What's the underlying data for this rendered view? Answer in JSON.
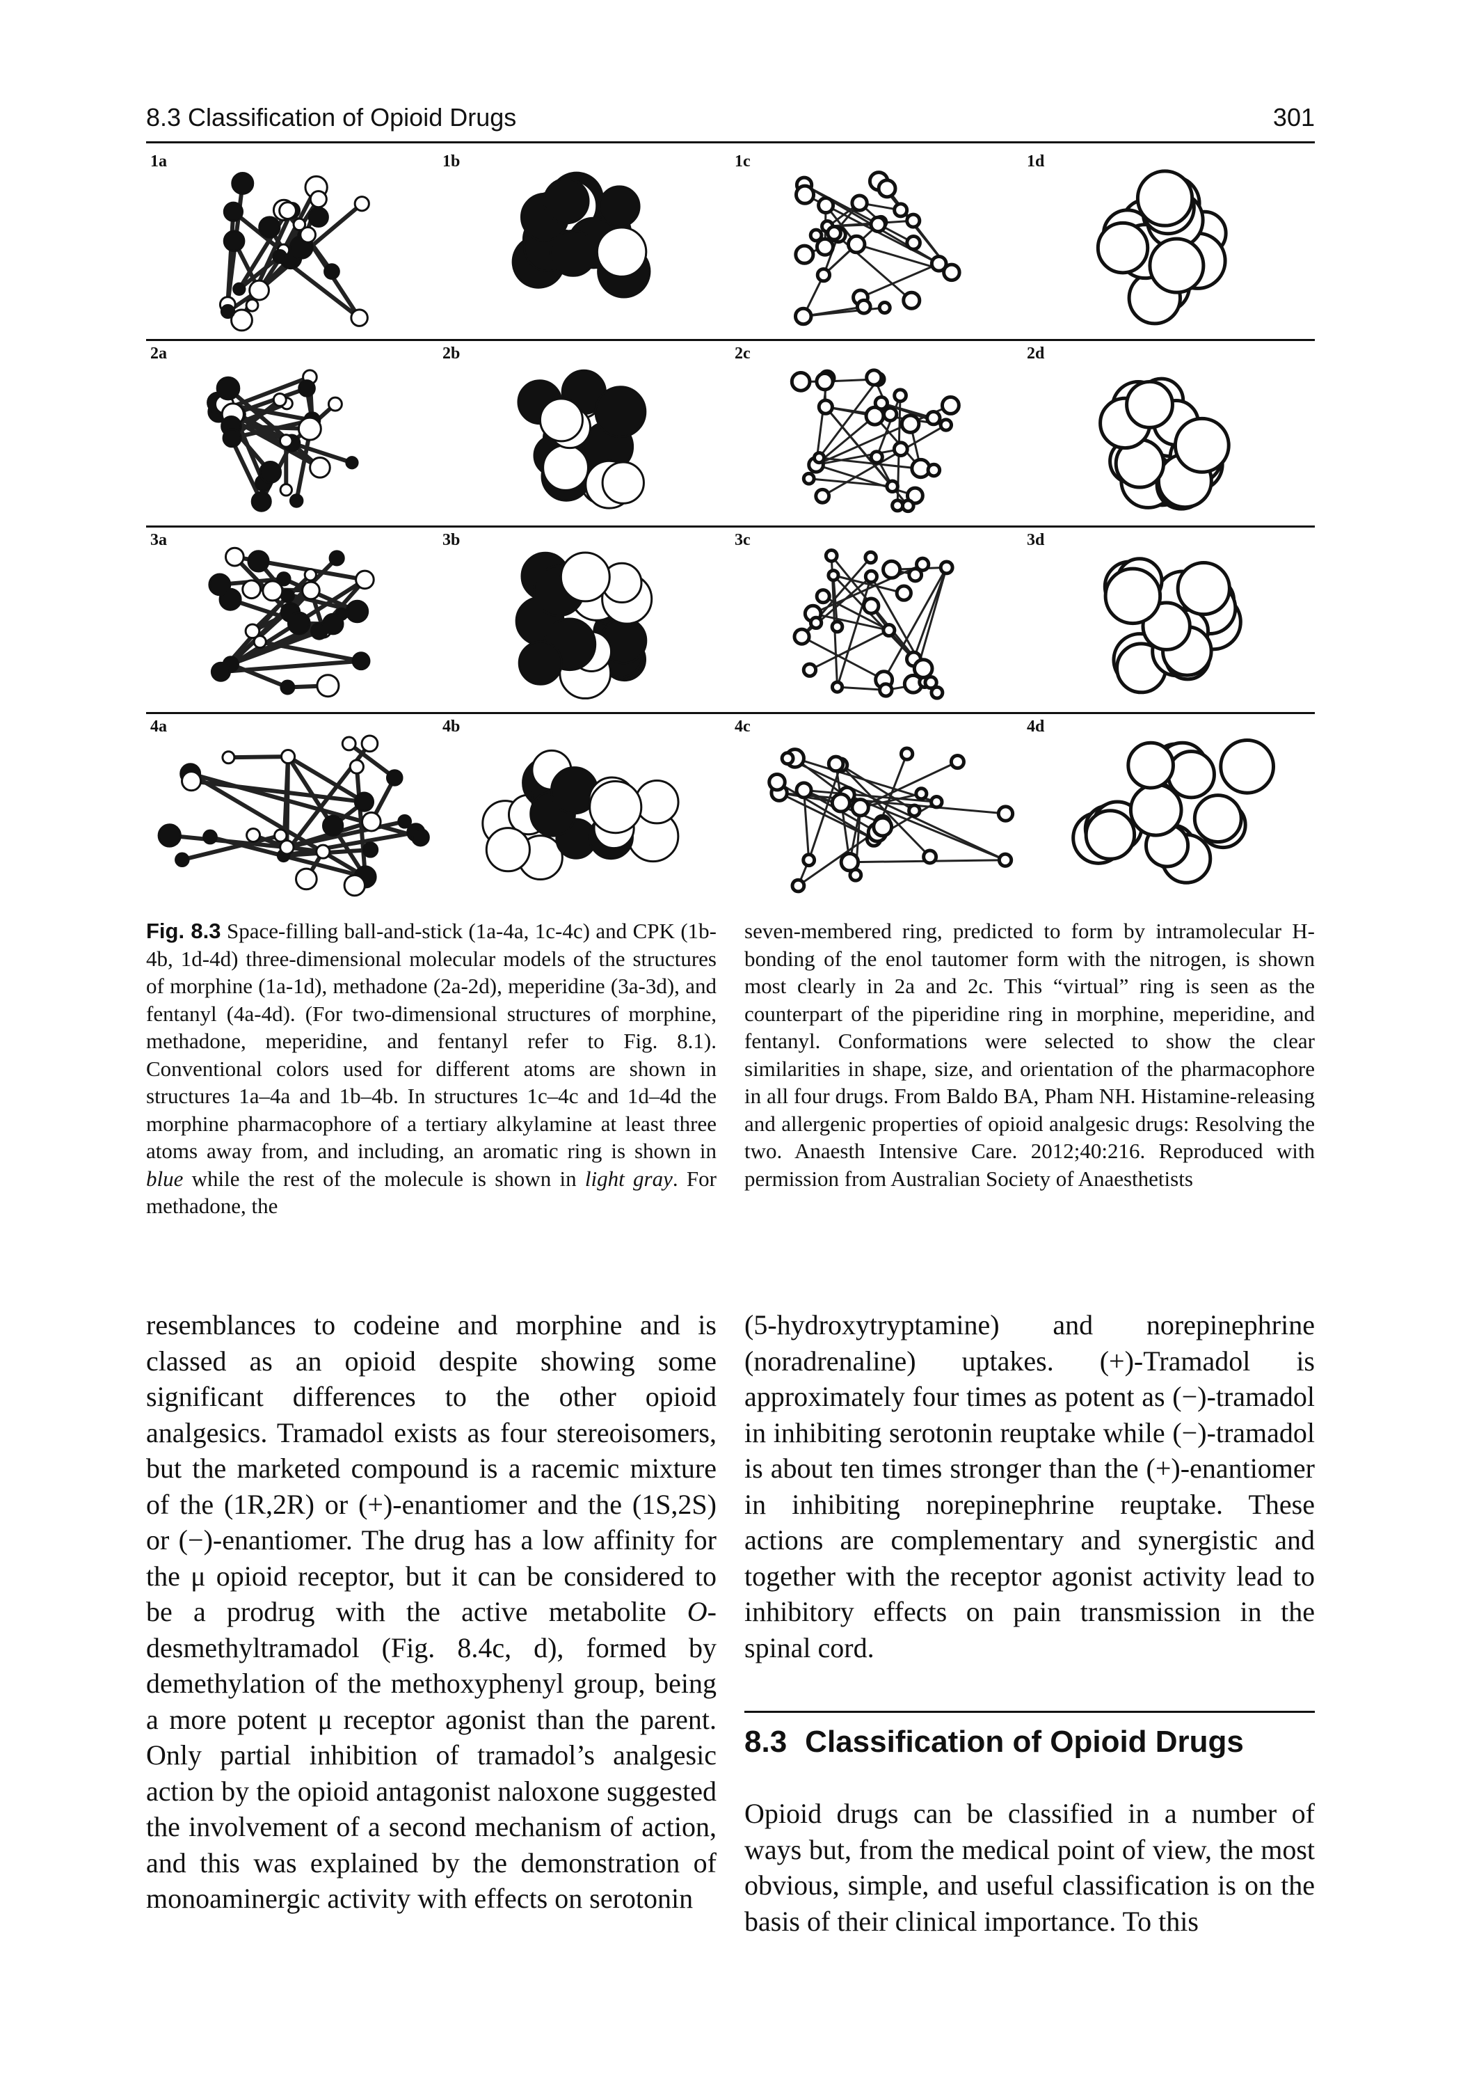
{
  "header": {
    "section": "8.3  Classification of Opioid Drugs",
    "page_number": "301"
  },
  "figure": {
    "labels": [
      "1a",
      "1b",
      "1c",
      "1d",
      "2a",
      "2b",
      "2c",
      "2d",
      "3a",
      "3b",
      "3c",
      "3d",
      "4a",
      "4b",
      "4c",
      "4d"
    ],
    "caption_tag": "Fig. 8.3",
    "caption_left": "Space-filling ball-and-stick (1a-4a, 1c-4c) and CPK (1b-4b, 1d-4d) three-dimensional molecular models of the structures of morphine (1a-1d), methadone (2a-2d), meperidine (3a-3d), and fentanyl (4a-4d). (For two-dimensional structures of morphine, methadone, meperidine, and fentanyl refer to Fig. 8.1). Conventional colors used for different atoms are shown in structures 1a–4a and 1b–4b. In structures 1c–4c and 1d–4d the morphine pharmacophore of a tertiary alkylamine at least three atoms away from, and including, an aromatic ring is shown in ",
    "caption_left_em1": "blue",
    "caption_left_mid": " while the rest of the molecule is shown in ",
    "caption_left_em2": "light gray",
    "caption_left_end": ". For methadone, the",
    "caption_right": "seven-membered ring, predicted to form by intramolecular H-bonding of the enol tautomer form with the nitrogen, is shown most clearly in 2a and 2c. This “virtual” ring is seen as the counterpart of the piperidine ring in morphine, meperidine, and fentanyl. Conformations were selected to show the clear similarities in shape, size, and orientation of the pharmacophore in all four drugs. From Baldo BA, Pham NH. Histamine-releasing and allergenic properties of opioid analgesic drugs: Resolving the two. Anaesth Intensive Care. 2012;40:216. Reproduced with permission from Australian Society of Anaesthetists"
  },
  "body": {
    "left_pre": "resemblances to codeine and morphine and is classed as an opioid despite showing some significant differences to the other opioid analgesics. Tramadol exists as four stereoisomers, but the marketed compound is a racemic mixture of the (1R,2R) or (+)-enantiomer and the (1S,2S) or (−)-enantiomer. The drug has a low affinity for the μ opioid receptor, but it can be considered to be a prodrug with the active metabolite ",
    "left_italic": "O",
    "left_post": "-desmethyltramadol (Fig. 8.4c, d), formed by demethylation of the methoxyphenyl group, being a more potent μ receptor agonist than the parent. Only partial inhibition of tramadol’s analgesic action by the opioid antagonist naloxone suggested the involvement of a second mechanism of action, and this was explained by the demonstration of monoaminergic activity with effects on serotonin",
    "right": "(5-hydroxytryptamine) and norepinephrine (noradrenaline) uptakes. (+)-Tramadol is approximately four times as potent as (−)-tramadol in inhibiting serotonin reuptake while (−)-tramadol is about ten times stronger than the (+)-enantiomer in inhibiting norepinephrine reuptake. These actions are complementary and synergistic and together with the receptor agonist activity lead to inhibitory effects on pain transmission in the spinal cord."
  },
  "section": {
    "number": "8.3",
    "title": "Classification of Opioid Drugs",
    "body": "Opioid drugs can be classified in a number of ways but, from the medical point of view, the most obvious, simple, and useful classification is on the basis of their clinical importance. To this"
  }
}
